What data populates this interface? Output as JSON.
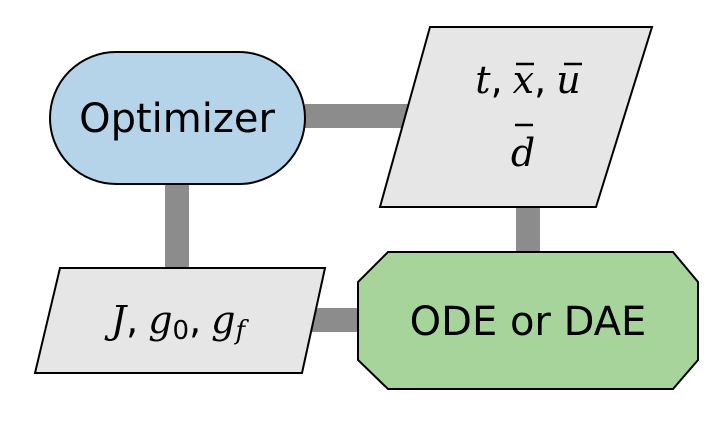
{
  "nodes": {
    "optimizer": {
      "label": "Optimizer",
      "fill": "#b5d4ea"
    },
    "inputs": {
      "line1": {
        "t": "t",
        "x": "x",
        "u": "u",
        "sep": ","
      },
      "line2": {
        "d": "d"
      },
      "fill": "#e6e6e6"
    },
    "objectives": {
      "J": "J",
      "g": "g",
      "sub0": "0",
      "subf": "f",
      "sep": ",",
      "fill": "#e6e6e6"
    },
    "model": {
      "label": "ODE or DAE",
      "fill": "#a6d49a"
    }
  },
  "colors": {
    "stroke": "#000000",
    "connector": "#8c8c8c"
  }
}
